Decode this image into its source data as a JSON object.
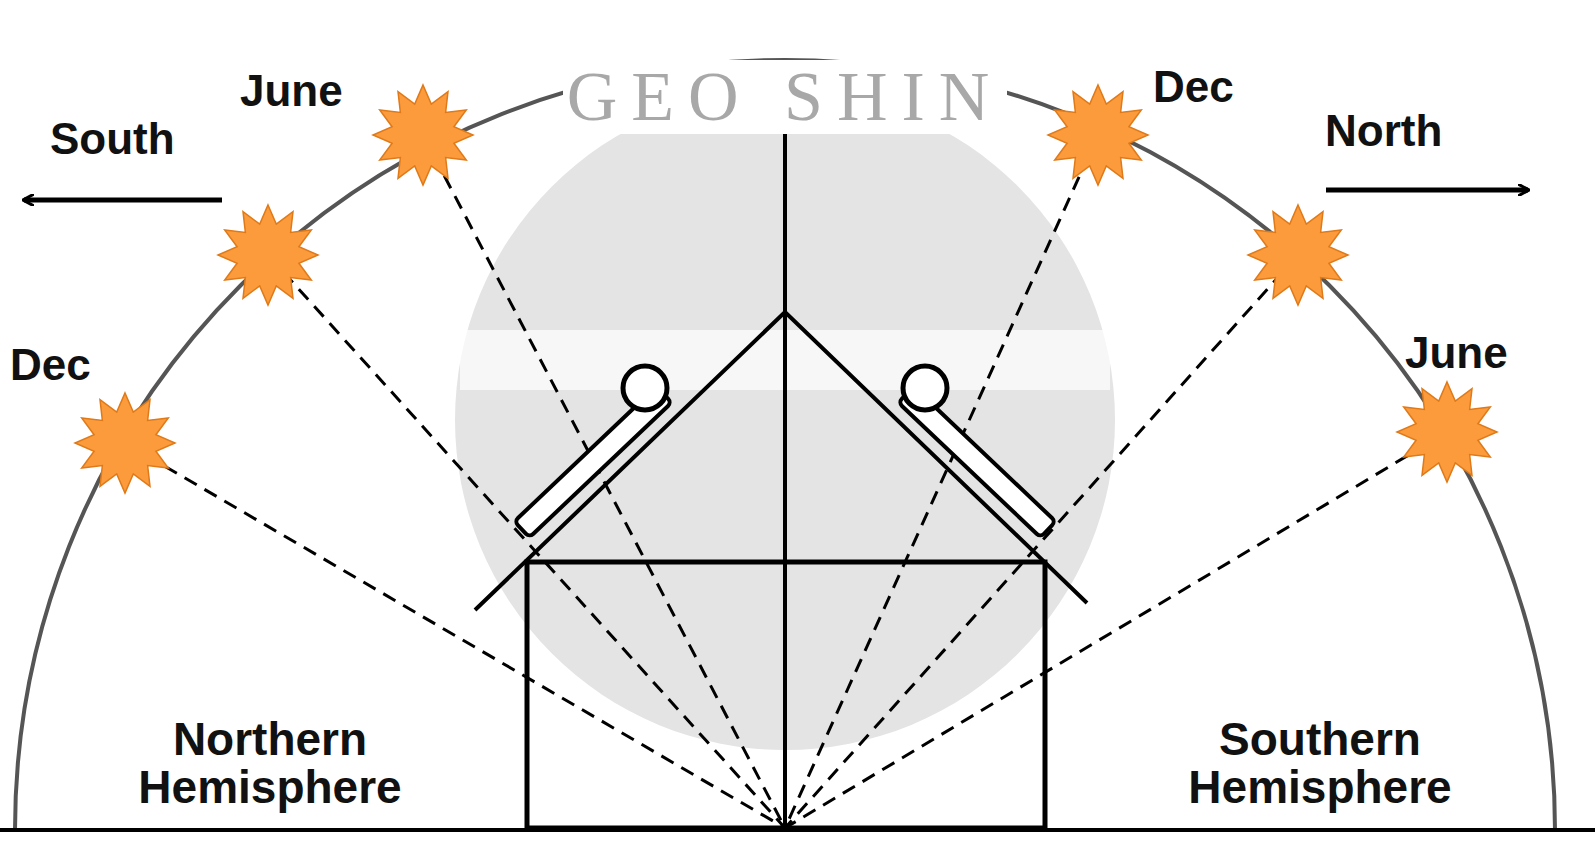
{
  "diagram": {
    "labels": [
      "June",
      "South",
      "Dec",
      "North",
      "Dec",
      "June",
      "Northern Hemisphere",
      "Southern Hemisphere",
      "GEO SHIN"
    ]
  }
}
